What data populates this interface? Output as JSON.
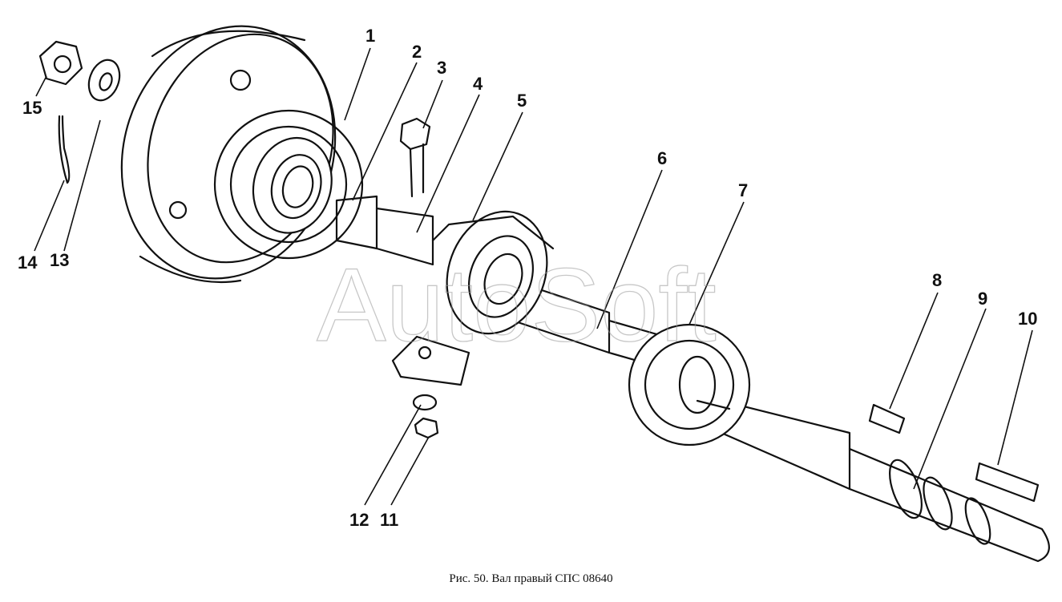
{
  "caption": "Рис. 50. Вал правый СПС 08640",
  "watermark": "AutoSoft",
  "callouts": [
    "1",
    "2",
    "3",
    "4",
    "5",
    "6",
    "7",
    "8",
    "9",
    "10",
    "11",
    "12",
    "13",
    "14",
    "15"
  ]
}
